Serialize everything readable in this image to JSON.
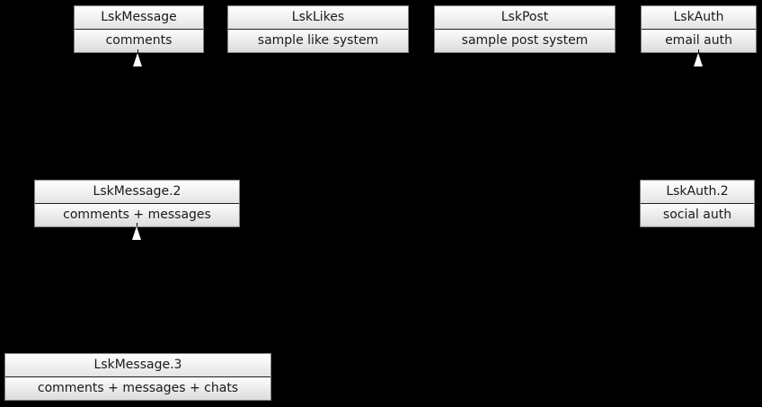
{
  "diagram": {
    "type": "class-inheritance-graph",
    "background_color": "#000000",
    "colors": {
      "node_fill_top": "#ffffff",
      "node_fill_bottom": "#dcdcdc",
      "node_border": "#828282",
      "cell_separator": "#1f1f1f",
      "text": "#1a1a1a",
      "arrowhead_fill": "#ffffff",
      "edge_line": "#000000"
    },
    "nodes": [
      {
        "id": "LskMessage",
        "title": "LskMessage",
        "subtitle": "comments"
      },
      {
        "id": "LskLikes",
        "title": "LskLikes",
        "subtitle": "sample like system"
      },
      {
        "id": "LskPost",
        "title": "LskPost",
        "subtitle": "sample post system"
      },
      {
        "id": "LskAuth",
        "title": "LskAuth",
        "subtitle": "email auth"
      },
      {
        "id": "LskMessage.2",
        "title": "LskMessage.2",
        "subtitle": "comments + messages"
      },
      {
        "id": "LskAuth.2",
        "title": "LskAuth.2",
        "subtitle": "social auth"
      },
      {
        "id": "LskMessage.3",
        "title": "LskMessage.3",
        "subtitle": "comments + messages + chats"
      }
    ],
    "edges": [
      {
        "from": "LskMessage.2",
        "to": "LskMessage",
        "arrow": "hollow-triangle-up"
      },
      {
        "from": "LskAuth.2",
        "to": "LskAuth",
        "arrow": "hollow-triangle-up"
      },
      {
        "from": "LskMessage.3",
        "to": "LskMessage.2",
        "arrow": "hollow-triangle-up"
      }
    ]
  }
}
